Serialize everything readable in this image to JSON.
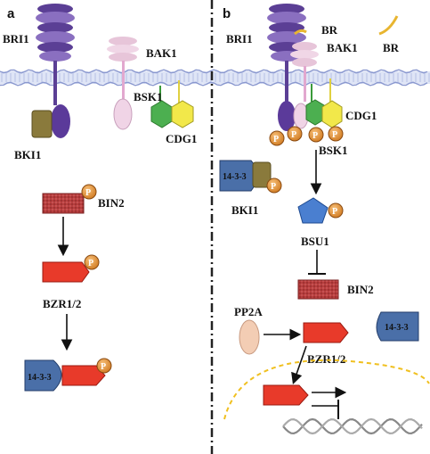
{
  "panel_a": {
    "letter": "a",
    "labels": {
      "bri1": "BRI1",
      "bak1": "BAK1",
      "bsk1": "BSK1",
      "cdg1": "CDG1",
      "bki1": "BKI1",
      "bin2": "BIN2",
      "bzr12": "BZR1/2",
      "fourteen33": "14-3-3",
      "p": "P"
    }
  },
  "panel_b": {
    "letter": "b",
    "labels": {
      "br_top": "BR",
      "br_right": "BR",
      "bri1": "BRI1",
      "bak1": "BAK1",
      "cdg1": "CDG1",
      "bsk1": "BSK1",
      "fourteen33_left": "14-3-3",
      "bki1": "BKI1",
      "bsu1": "BSU1",
      "bin2": "BIN2",
      "pp2a": "PP2A",
      "fourteen33_right": "14-3-3",
      "bzr12": "BZR1/2",
      "p": "P"
    }
  },
  "colors": {
    "membrane": "#9aa8d8",
    "bri1": "#6b4ea3",
    "bak1": "#e8b6d6",
    "bsk1": "#4caf50",
    "cdg1": "#f2e84a",
    "bki1": "#8a7a3c",
    "bin2": "#c24a4a",
    "bzr": "#e83a2a",
    "p_badge": "#e08a2e",
    "bsu1": "#4a7fd0",
    "fourteen33": "#4a6fa8",
    "pp2a": "#f3cdb4",
    "nucleus": "#f0c020",
    "br": "#e8b530"
  },
  "icons": [
    "dashed-divider",
    "nucleus-outline",
    "dna-strand",
    "arrow",
    "inhibition-bar"
  ]
}
